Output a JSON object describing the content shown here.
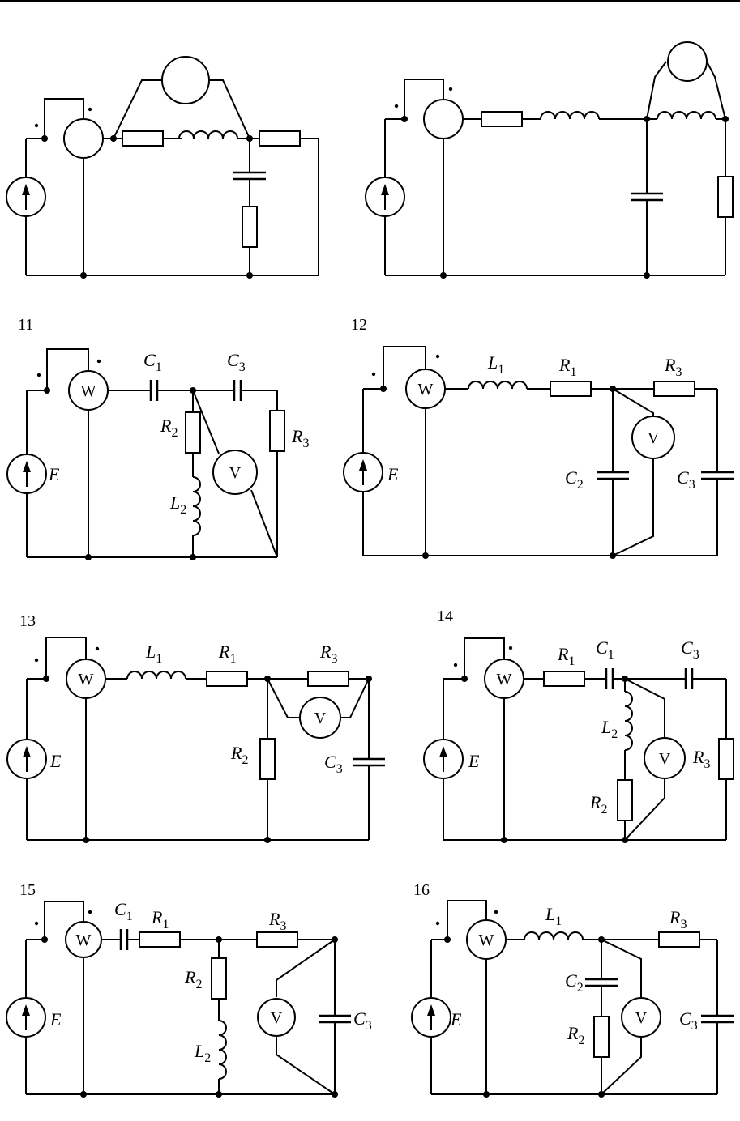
{
  "header_rule": true,
  "diagrams": [
    {
      "number": "",
      "source_label": "",
      "labels": []
    },
    {
      "number": "",
      "source_label": "",
      "labels": []
    },
    {
      "number": "11",
      "source_label": "E",
      "wattmeter": "W",
      "voltmeter": "V",
      "labels": [
        {
          "main": "C",
          "sub": "1"
        },
        {
          "main": "C",
          "sub": "3"
        },
        {
          "main": "R",
          "sub": "2"
        },
        {
          "main": "R",
          "sub": "3"
        },
        {
          "main": "L",
          "sub": "2"
        }
      ]
    },
    {
      "number": "12",
      "source_label": "E",
      "wattmeter": "W",
      "voltmeter": "V",
      "labels": [
        {
          "main": "L",
          "sub": "1"
        },
        {
          "main": "R",
          "sub": "1"
        },
        {
          "main": "R",
          "sub": "3"
        },
        {
          "main": "C",
          "sub": "2"
        },
        {
          "main": "C",
          "sub": "3"
        }
      ]
    },
    {
      "number": "13",
      "source_label": "E",
      "wattmeter": "W",
      "voltmeter": "V",
      "labels": [
        {
          "main": "L",
          "sub": "1"
        },
        {
          "main": "R",
          "sub": "1"
        },
        {
          "main": "R",
          "sub": "3"
        },
        {
          "main": "R",
          "sub": "2"
        },
        {
          "main": "C",
          "sub": "3"
        }
      ]
    },
    {
      "number": "14",
      "source_label": "E",
      "wattmeter": "W",
      "voltmeter": "V",
      "labels": [
        {
          "main": "R",
          "sub": "1"
        },
        {
          "main": "C",
          "sub": "1"
        },
        {
          "main": "C",
          "sub": "3"
        },
        {
          "main": "L",
          "sub": "2"
        },
        {
          "main": "R",
          "sub": "3"
        },
        {
          "main": "R",
          "sub": "2"
        }
      ]
    },
    {
      "number": "15",
      "source_label": "E",
      "wattmeter": "W",
      "voltmeter": "V",
      "labels": [
        {
          "main": "C",
          "sub": "1"
        },
        {
          "main": "R",
          "sub": "1"
        },
        {
          "main": "R",
          "sub": "3"
        },
        {
          "main": "R",
          "sub": "2"
        },
        {
          "main": "L",
          "sub": "2"
        },
        {
          "main": "C",
          "sub": "3"
        }
      ]
    },
    {
      "number": "16",
      "source_label": "E",
      "wattmeter": "W",
      "voltmeter": "V",
      "labels": [
        {
          "main": "L",
          "sub": "1"
        },
        {
          "main": "R",
          "sub": "3"
        },
        {
          "main": "C",
          "sub": "2"
        },
        {
          "main": "R",
          "sub": "2"
        },
        {
          "main": "C",
          "sub": "3"
        }
      ]
    }
  ]
}
